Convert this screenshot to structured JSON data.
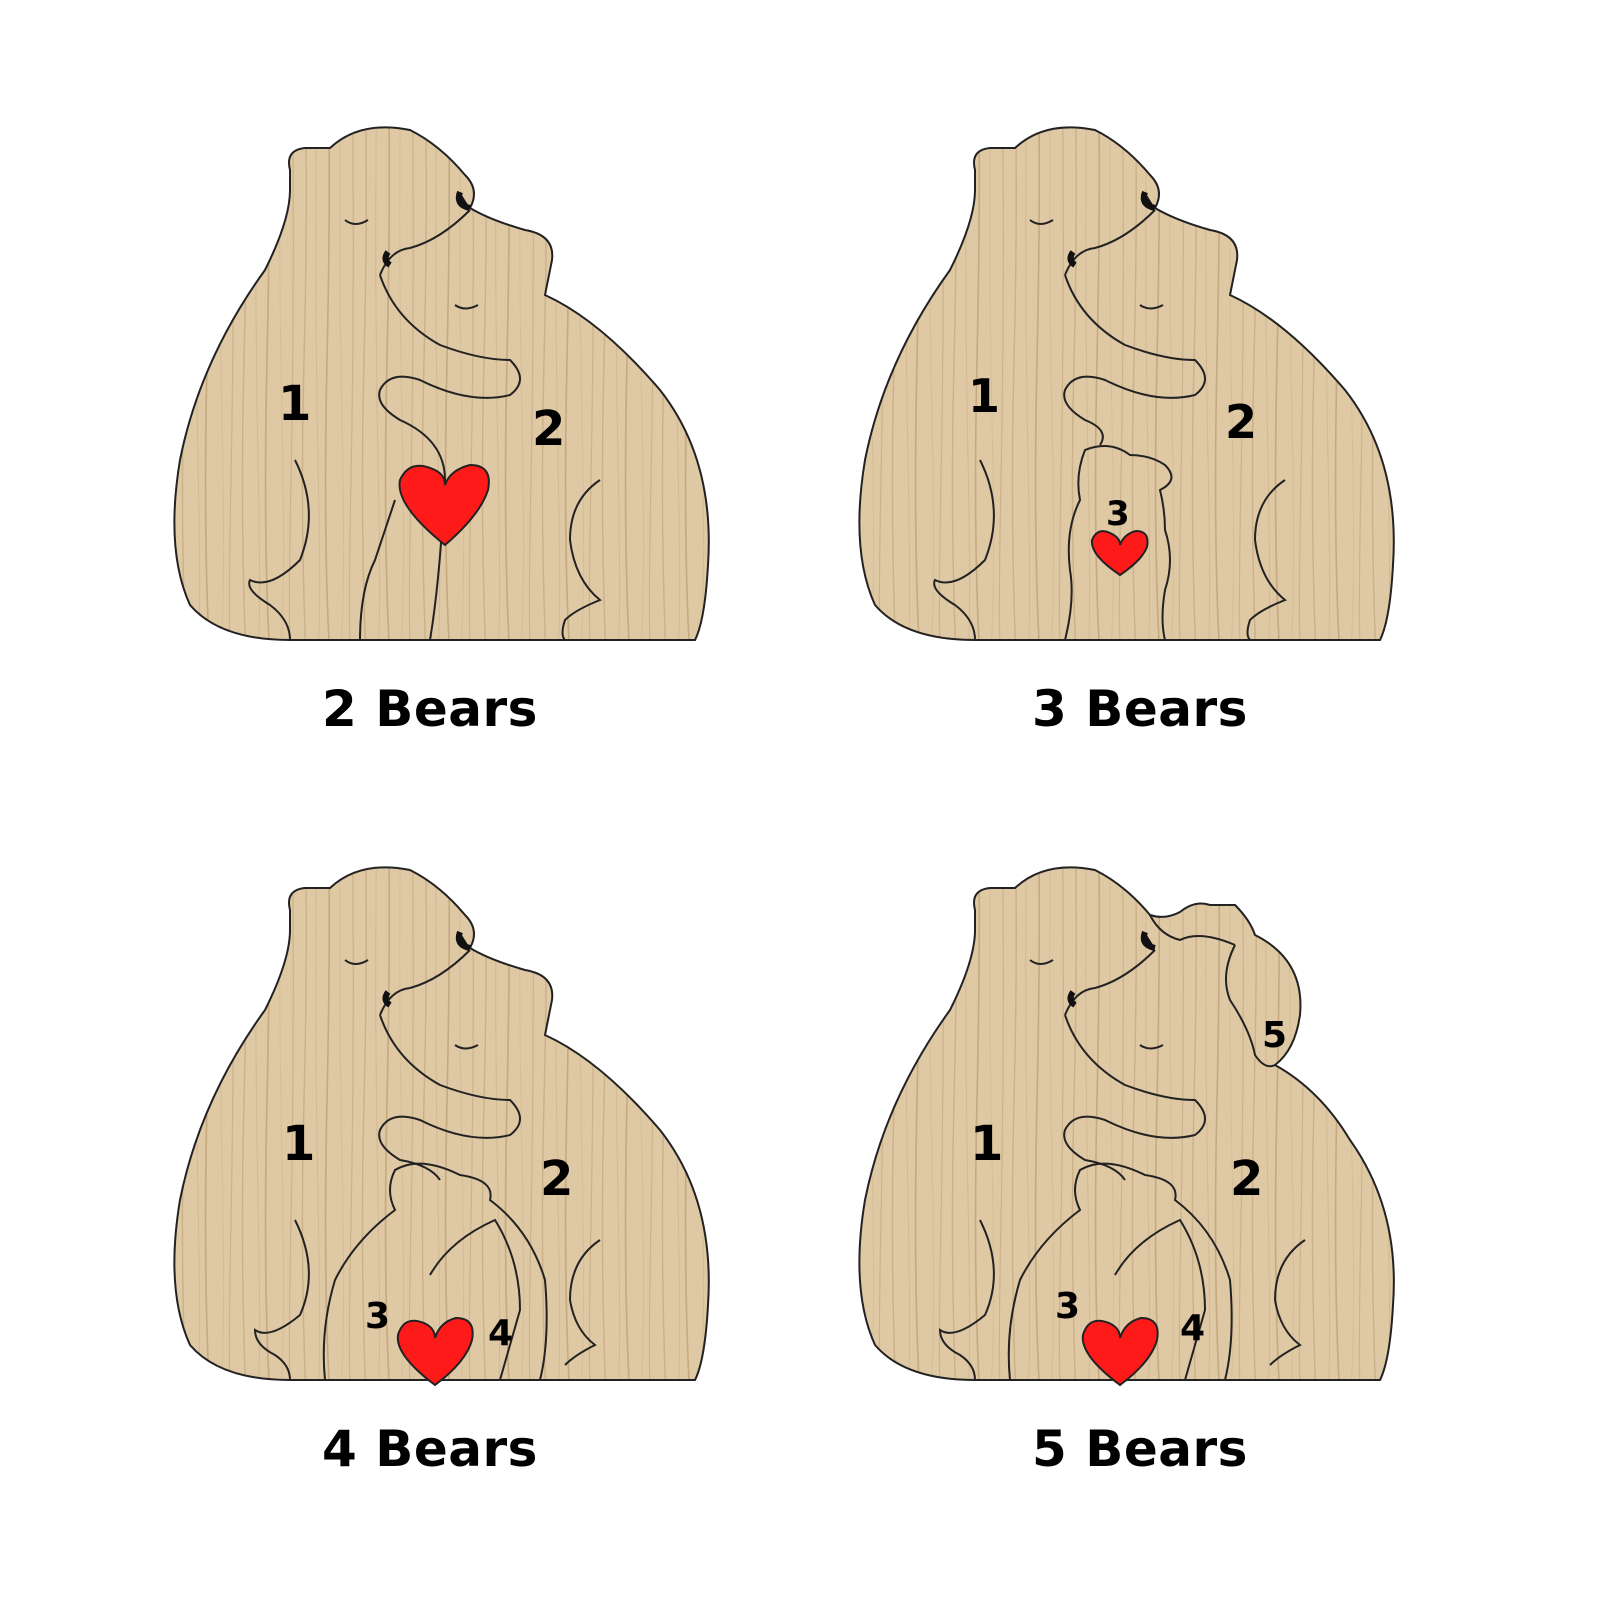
{
  "colors": {
    "wood": "#dfc8a4",
    "grain": "#c9ad82",
    "outline": "#222222",
    "heart": "#ff1a1a"
  },
  "panels": [
    {
      "caption": "2 Bears",
      "numbers": [
        "1",
        "2"
      ]
    },
    {
      "caption": "3 Bears",
      "numbers": [
        "1",
        "2",
        "3"
      ]
    },
    {
      "caption": "4 Bears",
      "numbers": [
        "1",
        "2",
        "3",
        "4"
      ]
    },
    {
      "caption": "5 Bears",
      "numbers": [
        "1",
        "2",
        "3",
        "4",
        "5"
      ]
    }
  ]
}
